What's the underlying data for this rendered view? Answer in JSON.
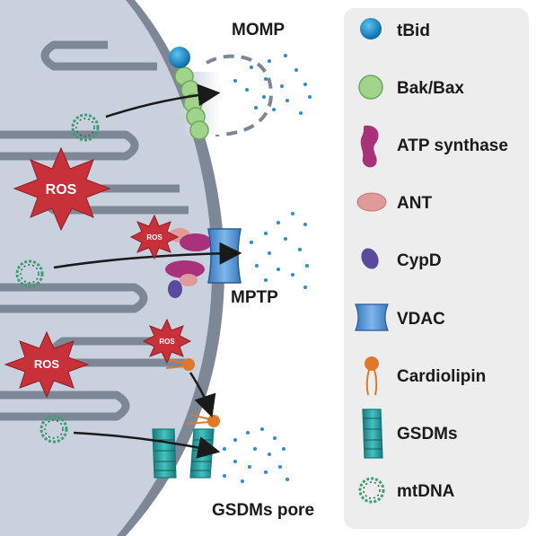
{
  "labels": {
    "momp": "MOMP",
    "mptp": "MPTP",
    "gsdms_pore": "GSDMs pore",
    "ros_large_1": "ROS",
    "ros_small_1": "ROS",
    "ros_large_2": "ROS",
    "ros_small_2": "ROS"
  },
  "legend": {
    "items": [
      {
        "label": "tBid",
        "icon": "tbid-icon"
      },
      {
        "label": "Bak/Bax",
        "icon": "bak-bax-icon"
      },
      {
        "label": "ATP synthase",
        "icon": "atp-synthase-icon"
      },
      {
        "label": "ANT",
        "icon": "ant-icon"
      },
      {
        "label": "CypD",
        "icon": "cypd-icon"
      },
      {
        "label": "VDAC",
        "icon": "vdac-icon"
      },
      {
        "label": "Cardiolipin",
        "icon": "cardiolipin-icon"
      },
      {
        "label": "GSDMs",
        "icon": "gsdms-icon"
      },
      {
        "label": "mtDNA",
        "icon": "mtdna-icon"
      }
    ]
  },
  "colors": {
    "mito_outer": "#7d8796",
    "mito_matrix": "#c9d1de",
    "ros": "#c8303a",
    "tbid": "#1c8ed0",
    "bak_bax": "#9fd48a",
    "atp_synthase": "#a8317a",
    "ant": "#e09a9a",
    "cypd": "#5a4a9e",
    "vdac": "#5b9bd5",
    "cardiolipin": "#e0782a",
    "gsdms": "#2aa4a6",
    "mtdna": "#3aa070",
    "dots": "#2a8fc8"
  }
}
